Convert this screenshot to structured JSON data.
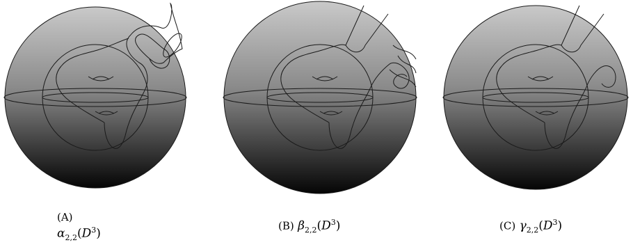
{
  "panels": [
    {
      "id": "A",
      "label": "(A)",
      "symbol": "α",
      "subscript": "2,2",
      "arg": "D",
      "exponent": "3"
    },
    {
      "id": "B",
      "label": "(B)",
      "symbol": "β",
      "subscript": "2,2",
      "arg": "D",
      "exponent": "3"
    },
    {
      "id": "C",
      "label": "(C)",
      "symbol": "γ",
      "subscript": "2,2",
      "arg": "D",
      "exponent": "3"
    }
  ],
  "colors": {
    "gradient_top": "#c9c9c9",
    "gradient_bottom": "#000000",
    "stroke": "#1a1a1a"
  }
}
